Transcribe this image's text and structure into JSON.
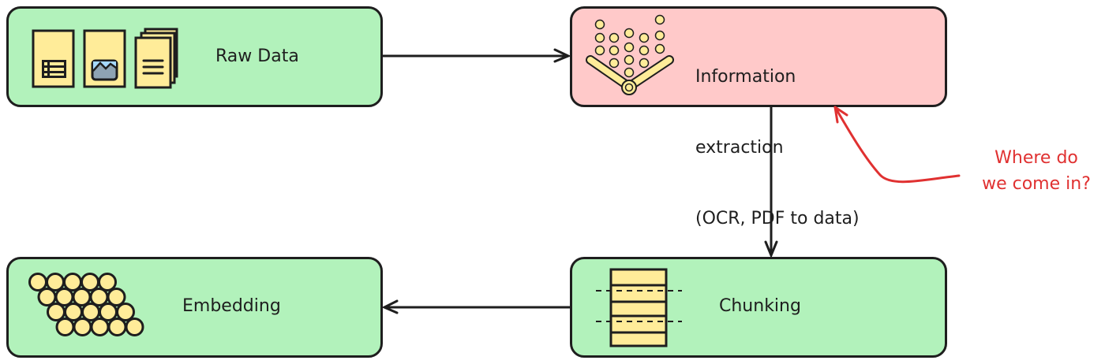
{
  "diagram": {
    "title": "",
    "nodes": [
      {
        "id": "raw-data",
        "label": "Raw Data",
        "fill": "#b2f2bb",
        "icon": "documents-icon"
      },
      {
        "id": "information-extraction",
        "label_lines": [
          "Information",
          "extraction",
          "(OCR, PDF to data)"
        ],
        "fill": "#ffc9c9",
        "icon": "funnel-dots-icon"
      },
      {
        "id": "chunking",
        "label": "Chunking",
        "fill": "#b2f2bb",
        "icon": "chunked-document-icon"
      },
      {
        "id": "embedding",
        "label": "Embedding",
        "fill": "#b2f2bb",
        "icon": "vector-circles-icon"
      }
    ],
    "edges": [
      {
        "from": "raw-data",
        "to": "information-extraction"
      },
      {
        "from": "information-extraction",
        "to": "chunking"
      },
      {
        "from": "chunking",
        "to": "embedding"
      }
    ],
    "annotation": {
      "lines": [
        "Where do",
        "we come in?"
      ],
      "color": "#e03131",
      "points_to": "information-extraction"
    }
  },
  "colors": {
    "stroke": "#1e1e1e",
    "green_fill": "#b2f2bb",
    "pink_fill": "#ffc9c9",
    "icon_fill": "#ffec99",
    "image_sky": "#a5d8ff",
    "image_mountain": "#8ea3b3",
    "annotation": "#e03131"
  }
}
